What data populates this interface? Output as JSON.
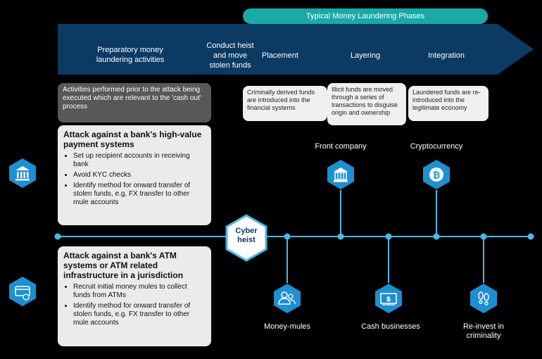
{
  "banner": "Typical Money Laundering Phases",
  "arrow": {
    "col1": "Preparatory money laundering activities",
    "col2": "Conduct heist and move stolen funds",
    "col3": "Placement",
    "col4": "Layering",
    "col5": "Integration"
  },
  "descriptions": {
    "prep": "Activities performed prior to the attack being executed which are relevant to the 'cash out' process",
    "placement": "Criminally derived funds are introduced into the financial systems",
    "layering": "Illicit funds are moved through a series of transactions to disguise origin and ownership",
    "integration": "Laundered funds are re-introduced into the legitimate economy"
  },
  "attack1": {
    "title": "Attack against a bank's high-value payment systems",
    "items": [
      "Set up recipient accounts in receiving bank",
      "Avoid KYC checks",
      "Identify method for onward transfer of stolen funds, e.g. FX transfer to other mule accounts"
    ]
  },
  "attack2": {
    "title": "Attack against a bank's ATM systems or ATM related infrastructure in a jurisdiction",
    "items": [
      "Recruit initial money mules to collect funds from ATMs",
      "Identify method for onward transfer of stolen funds, e.g. FX transfer to other mule accounts"
    ]
  },
  "center": "Cyber heist",
  "nodes": {
    "front": "Front company",
    "crypto": "Cryptocurrency",
    "mules": "Money-mules",
    "cash": "Cash businesses",
    "reinvest": "Re-invest in criminality"
  },
  "colors": {
    "teal": "#1aa9a6",
    "navy": "#0b3a63",
    "blue": "#1e8fd1",
    "line": "#4ab8e6"
  },
  "icons": {
    "bank": "bank-icon",
    "atm": "atm-card-icon",
    "front": "building-icon",
    "crypto": "bitcoin-icon",
    "mules": "people-icon",
    "cash": "cash-icon",
    "reinvest": "footprints-icon"
  }
}
